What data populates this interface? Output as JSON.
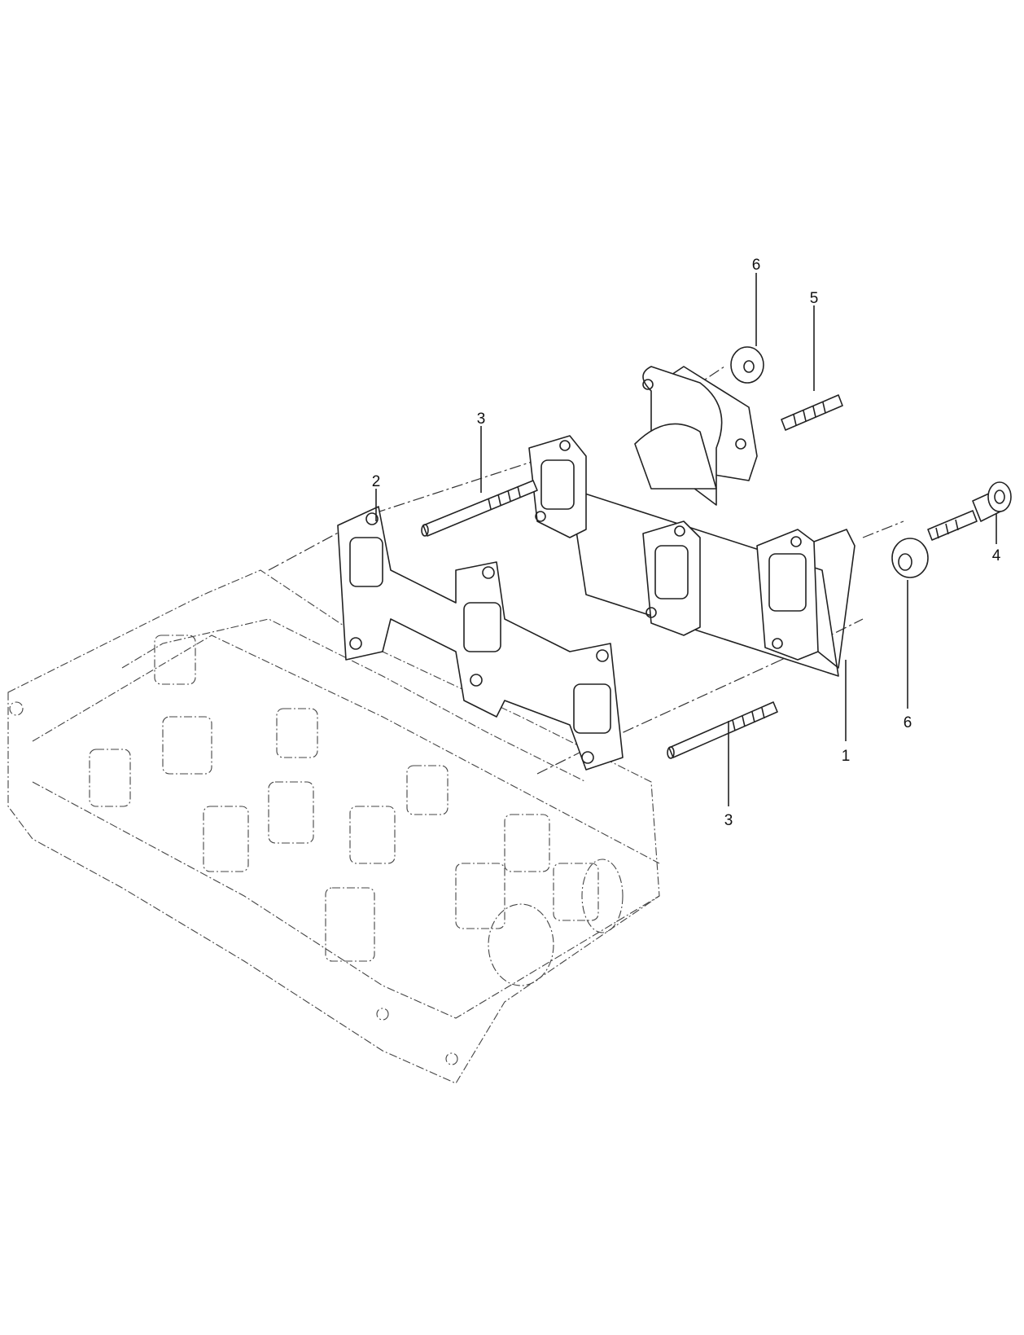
{
  "diagram": {
    "type": "exploded parts view",
    "line_color": "#222222",
    "background": "#ffffff",
    "callouts": [
      {
        "id": "c6a",
        "label": "6"
      },
      {
        "id": "c5",
        "label": "5"
      },
      {
        "id": "c3a",
        "label": "3"
      },
      {
        "id": "c2",
        "label": "2"
      },
      {
        "id": "c4",
        "label": "4"
      },
      {
        "id": "c6b",
        "label": "6"
      },
      {
        "id": "c1",
        "label": "1"
      },
      {
        "id": "c3b",
        "label": "3"
      }
    ]
  }
}
